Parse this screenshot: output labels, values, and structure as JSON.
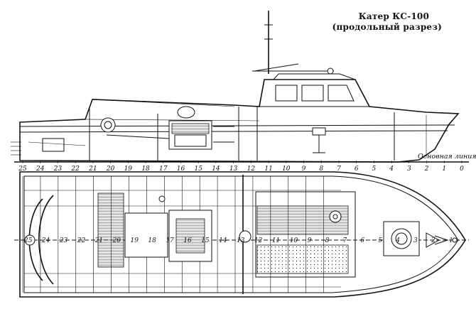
{
  "title_line1": "Катер КС-100",
  "title_line2": "(продольный разрез)",
  "baseline_label": "Основная линия",
  "profile_frames": [
    "25",
    "24",
    "23",
    "22",
    "21",
    "20",
    "19",
    "18",
    "17",
    "16",
    "15",
    "14",
    "13",
    "12",
    "11",
    "10",
    "9",
    "8",
    "7",
    "6",
    "5",
    "4",
    "3",
    "2",
    "1",
    "0"
  ],
  "plan_frames": [
    "25",
    "24",
    "23",
    "22",
    "21",
    "20",
    "19",
    "18",
    "17",
    "16",
    "15",
    "14",
    "13",
    "12",
    "11",
    "10",
    "9",
    "8",
    "7",
    "6",
    "5",
    "4",
    "3",
    "2",
    "1"
  ]
}
